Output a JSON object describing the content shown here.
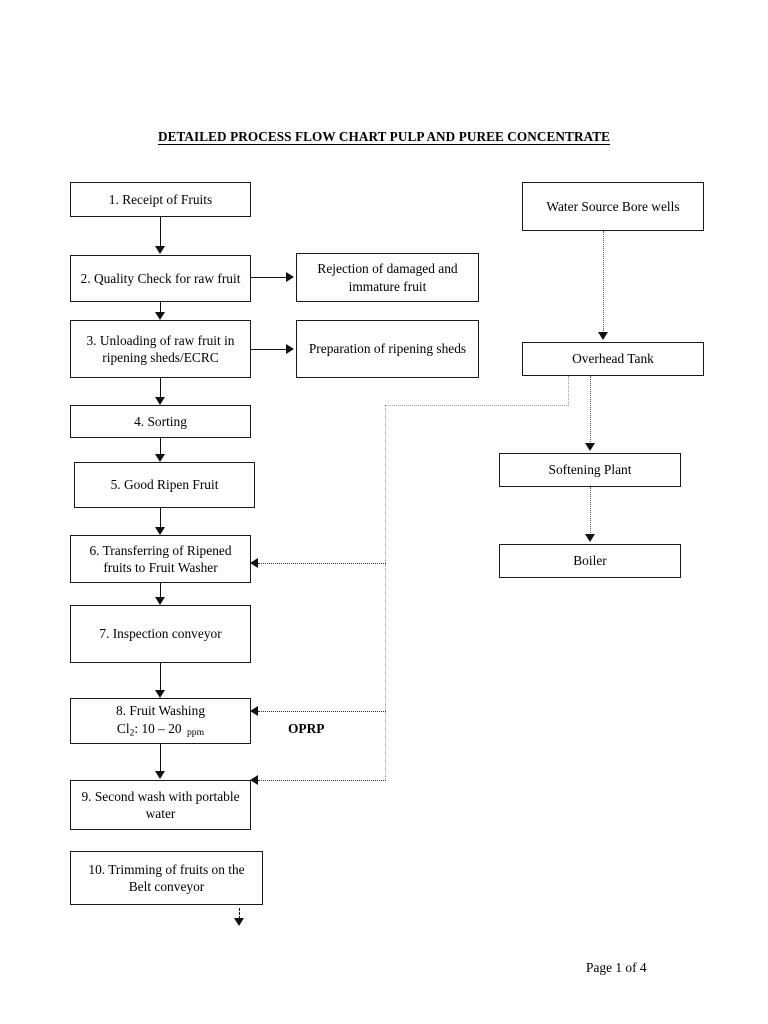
{
  "document": {
    "title": "DETAILED PROCESS FLOW CHART PULP AND PUREE CONCENTRATE",
    "footer": "Page 1 of 4"
  },
  "process_steps": [
    {
      "id": "step-1",
      "label": "1. Receipt of Fruits"
    },
    {
      "id": "step-2",
      "label": "2. Quality Check for raw fruit"
    },
    {
      "id": "step-3",
      "label": "3. Unloading of raw fruit in ripening sheds/ECRC"
    },
    {
      "id": "step-4",
      "label": "4. Sorting"
    },
    {
      "id": "step-5",
      "label": "5. Good Ripen Fruit"
    },
    {
      "id": "step-6",
      "label": "6. Transferring of Ripened fruits to Fruit Washer"
    },
    {
      "id": "step-7",
      "label": "7. Inspection conveyor"
    },
    {
      "id": "step-8",
      "label": "8. Fruit Washing",
      "sublabel_prefix": "Cl",
      "sublabel_sub": "2",
      "sublabel_mid": ": 10 – 20 ",
      "sublabel_unit": "ppm"
    },
    {
      "id": "step-9",
      "label": "9. Second wash with portable water"
    },
    {
      "id": "step-10",
      "label": "10. Trimming of fruits on the Belt conveyor"
    }
  ],
  "side_outputs": [
    {
      "id": "rejection",
      "label": "Rejection of damaged and immature fruit"
    },
    {
      "id": "preparation",
      "label": "Preparation of ripening sheds"
    }
  ],
  "utility_steps": [
    {
      "id": "water-source",
      "label": "Water Source Bore wells"
    },
    {
      "id": "overhead-tank",
      "label": "Overhead Tank"
    },
    {
      "id": "softening-plant",
      "label": "Softening Plant"
    },
    {
      "id": "boiler",
      "label": "Boiler"
    }
  ],
  "annotations": {
    "oprp": "OPRP"
  },
  "colors": {
    "box_border": "#1a1a1a",
    "solid_arrow": "#111111",
    "dotted_line": "#9a9a9a",
    "page_background": "#ffffff",
    "text": "#000000"
  }
}
